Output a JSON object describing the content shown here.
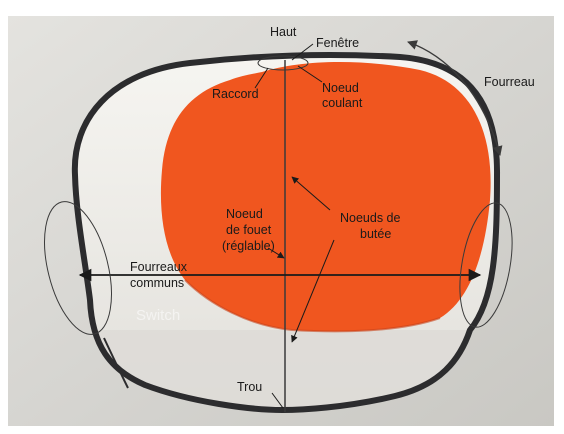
{
  "labels": {
    "haut": "Haut",
    "fenetre": "Fenêtre",
    "fourreau": "Fourreau",
    "raccord": "Raccord",
    "noeud_coulant_1": "Noeud",
    "noeud_coulant_2": "coulant",
    "noeud_fouet_1": "Noeud",
    "noeud_fouet_2": "de fouet",
    "noeud_fouet_3": "(réglable)",
    "noeuds_butee_1": "Noeuds de",
    "noeuds_butee_2": "butée",
    "fourreaux_communs_1": "Fourreaux",
    "fourreaux_communs_2": "communs",
    "trou": "Trou",
    "watermark": "Switch"
  },
  "colors": {
    "photo_background": "#d9d8d4",
    "fabric": "#f3f1ec",
    "sail": "#f0561f",
    "frame": "#2c2c2e",
    "annotation": "#1a1a1a"
  },
  "icons": {
    "frame": "black-sleeved-hoop",
    "sail": "orange-kite-sail"
  }
}
